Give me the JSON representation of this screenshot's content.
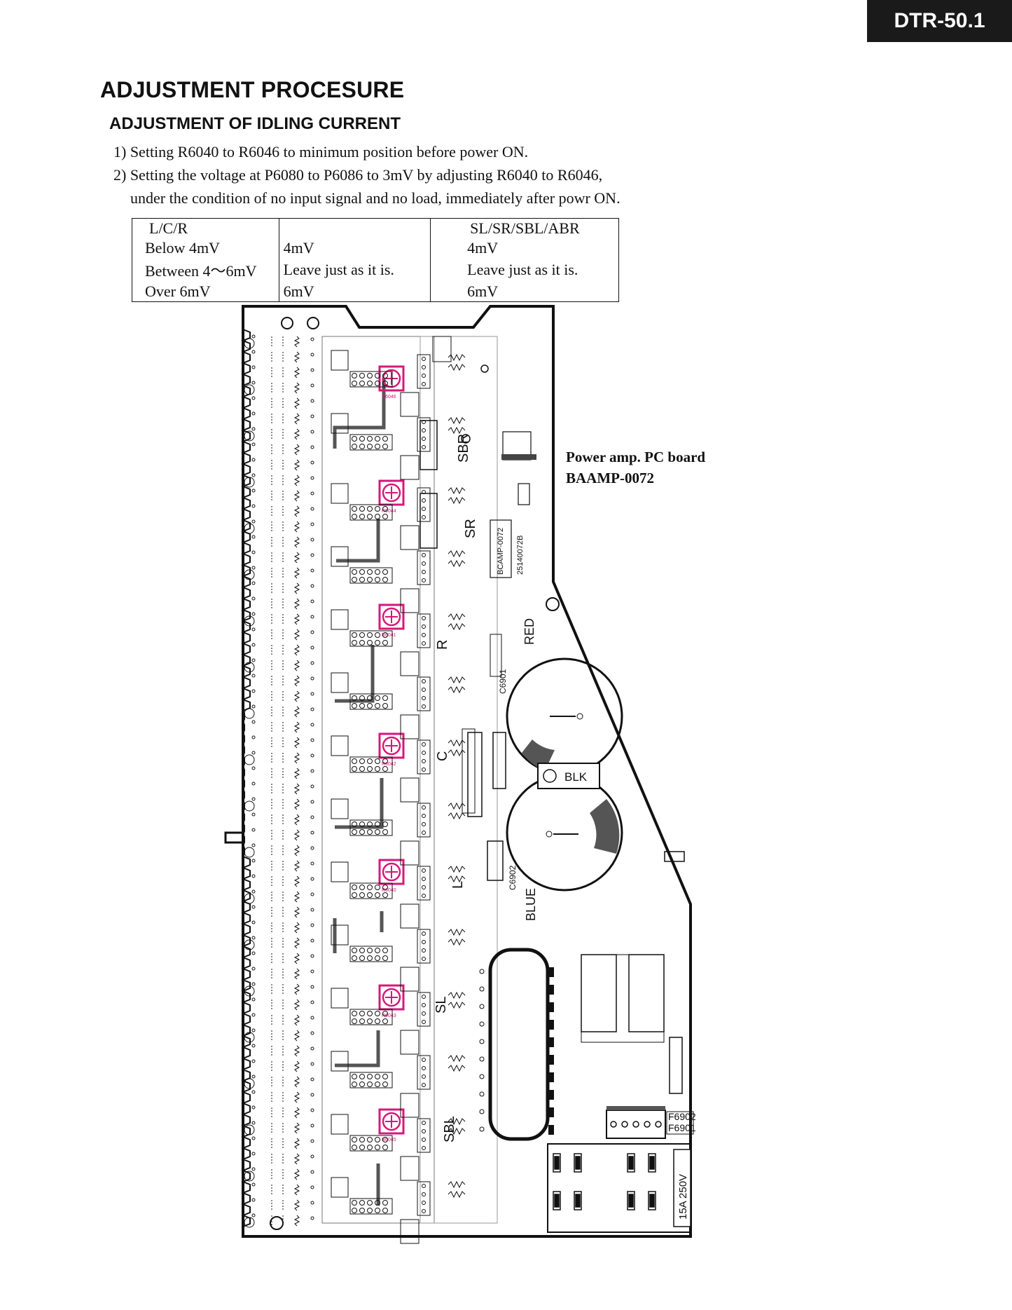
{
  "header": {
    "model_badge": "DTR-50.1"
  },
  "title": "ADJUSTMENT PROCESURE",
  "subtitle": "ADJUSTMENT OF IDLING CURRENT",
  "steps": [
    "1) Setting R6040 to R6046 to minimum position before power ON.",
    "2) Setting the voltage at P6080 to P6086 to 3mV by adjusting R6040 to R6046,",
    "under the condition of no input signal and no load, immediately after powr ON."
  ],
  "table": {
    "header": [
      "L/C/R",
      "",
      "SL/SR/SBL/ABR"
    ],
    "rows": [
      [
        "Below 4mV",
        "4mV",
        "4mV"
      ],
      [
        "Between 4～6mV",
        "Leave just as it is.",
        "Leave just as it is."
      ],
      [
        "Over 6mV",
        "6mV",
        "6mV"
      ]
    ]
  },
  "board": {
    "name_line1": "Power amp. PC board",
    "name_line2": "BAAMP-0072",
    "channels": [
      "SBR",
      "SR",
      "R",
      "C",
      "L",
      "SL",
      "SBL"
    ],
    "wire_labels": [
      "RED",
      "BLK",
      "BLUE"
    ],
    "pcb_code": "BCAMP-0072",
    "pcb_number": "25140072B",
    "fuse_rating": "15A 250V",
    "fuse_ids": [
      "F6902",
      "F6901"
    ],
    "capacitors": [
      "C6901",
      "C6902"
    ],
    "pots": [
      "R6046",
      "R6044",
      "R6041",
      "R6042",
      "R6040",
      "R6043",
      "R6045"
    ]
  },
  "colors": {
    "highlight": "#d6187a",
    "wiring": "#555555"
  }
}
